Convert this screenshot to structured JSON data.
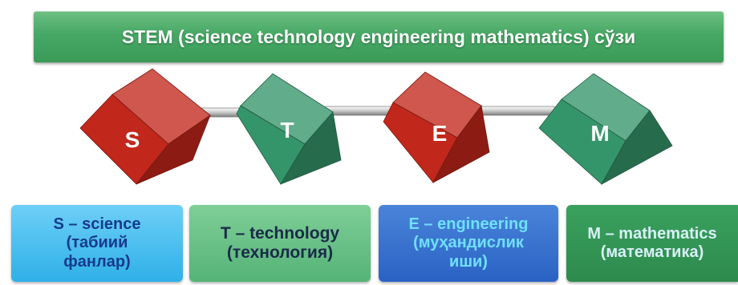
{
  "banner": {
    "title": "STEM (science technology engineering mathematics) сўзи"
  },
  "cubes": [
    {
      "letter": "S",
      "color": "#c2271b"
    },
    {
      "letter": "T",
      "color": "#35956a"
    },
    {
      "letter": "E",
      "color": "#c2271b"
    },
    {
      "letter": "M",
      "color": "#35956a"
    }
  ],
  "boxes": [
    {
      "text": "S – science\n(табиий\nфанлар)"
    },
    {
      "text": "T – technology\n(технология)"
    },
    {
      "text": "E – engineering\n(муҳандислик\nиши)"
    },
    {
      "text": "M – mathematics\n(математика)"
    }
  ]
}
